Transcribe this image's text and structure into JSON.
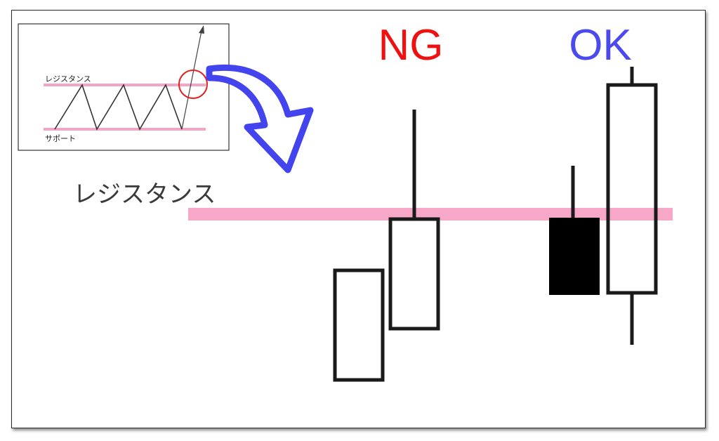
{
  "labels": {
    "ng": "NG",
    "ok": "OK",
    "resistance_main": "レジスタンス",
    "inset_resistance": "レジスタンス",
    "inset_support": "サポート"
  },
  "colors": {
    "ng": "#ee1111",
    "ok": "#4a4aee",
    "resistance_line": "#f7a8c8",
    "arrow": "#4444ee",
    "highlight_circle": "#e22222",
    "candle_stroke": "#1a1a1a",
    "bearish_fill": "#000000"
  },
  "icons": {
    "curved_arrow": "curved-arrow-icon",
    "highlight": "circle-highlight-icon",
    "breakout_arrow": "arrow-up-right-icon"
  }
}
